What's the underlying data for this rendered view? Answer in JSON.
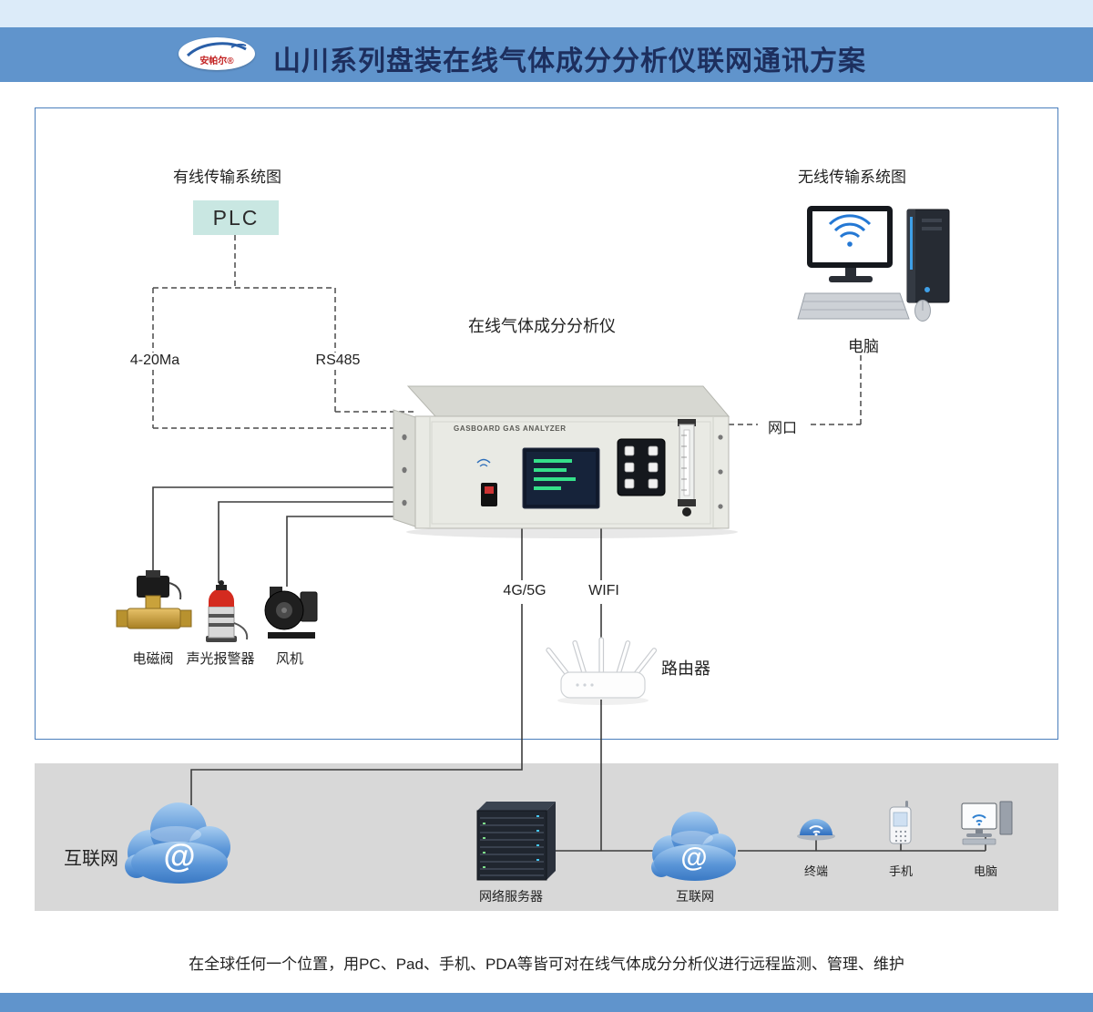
{
  "header": {
    "brand": "安帕尔®",
    "title": "山川系列盘装在线气体成分分析仪联网通讯方案"
  },
  "diagram": {
    "wired_title": "有线传输系统图",
    "wireless_title": "无线传输系统图",
    "plc_label": "PLC",
    "signal_420": "4-20Ma",
    "signal_rs485": "RS485",
    "analyzer_title": "在线气体成分分析仪",
    "analyzer_brand": "GASBOARD GAS ANALYZER",
    "port_label": "网口",
    "computer_label": "电脑",
    "valve_label": "电磁阀",
    "alarm_label": "声光报警器",
    "fan_label": "风机",
    "link_4g": "4G/5G",
    "link_wifi": "WIFI",
    "router_label": "路由器"
  },
  "internet_band": {
    "internet_label": "互联网",
    "at_symbol": "@",
    "server_label": "网络服务器",
    "cloud2_label": "互联网",
    "terminal_label": "终端",
    "phone_label": "手机",
    "pc_label": "电脑"
  },
  "footer": {
    "text": "在全球任何一个位置，用PC、Pad、手机、PDA等皆可对在线气体成分分析仪进行远程监测、管理、维护"
  },
  "colors": {
    "header_blue": "#6094cc",
    "page_light_blue": "#dcebf9",
    "border_blue": "#4a7ebc",
    "plc_bg": "#c9e7e2",
    "band_gray": "#d8d8d8",
    "title_navy": "#1d2f5e"
  }
}
